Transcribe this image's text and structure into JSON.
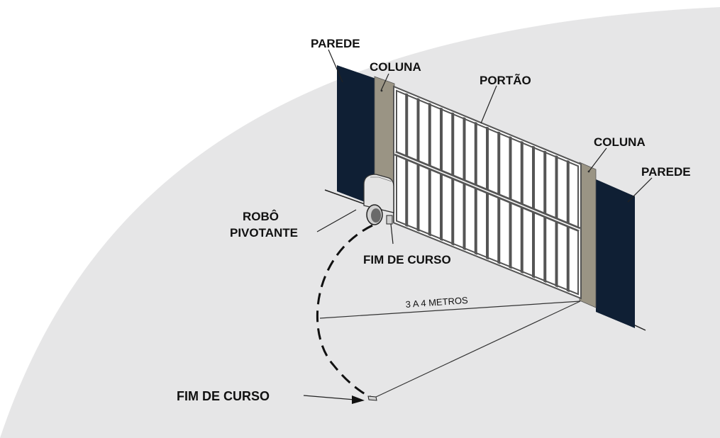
{
  "labels": {
    "wall_left": "PAREDE",
    "column_left": "COLUNA",
    "gate": "PORTÃO",
    "column_right": "COLUNA",
    "wall_right": "PAREDE",
    "robot_line1": "ROBÔ",
    "robot_line2": "PIVOTANTE",
    "stop_near": "FIM DE CURSO",
    "distance": "3 A 4 METROS",
    "stop_far": "FIM DE CURSO"
  },
  "colors": {
    "background_ellipse": "#e6e6e7",
    "wall": "#0f1f34",
    "column": "#9a9484",
    "gate_frame": "#555555",
    "robot_body": "#e4e4e4"
  }
}
